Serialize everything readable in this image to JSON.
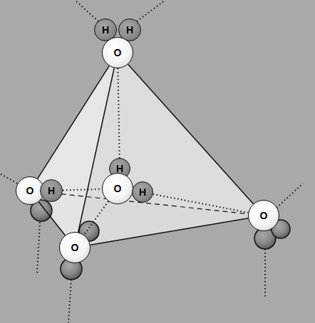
{
  "diagram": {
    "nodes": [
      {
        "text": [
          "H"
        ]
      },
      {
        "text": [
          "H"
        ]
      },
      {
        "text": [
          "O"
        ]
      },
      {
        "text": [
          "H"
        ]
      },
      {
        "text": [
          "O"
        ]
      },
      {
        "text": [
          "H"
        ]
      },
      {
        "text": [
          "O"
        ]
      },
      {
        "text": [
          "H"
        ]
      },
      {
        "text": [
          "O"
        ]
      },
      {
        "text": [
          "O"
        ]
      }
    ],
    "edges": [
      {
        "from": 2,
        "to": 3,
        "arrow": "none"
      },
      {
        "from": 5,
        "to": 6,
        "arrow": "none"
      },
      {
        "from": 7,
        "to": 8,
        "arrow": "none"
      },
      {
        "from": 6,
        "to": 9,
        "arrow": "none"
      },
      {
        "from": 2,
        "to": 4,
        "arrow": "none"
      },
      {
        "from": 2,
        "to": 9,
        "arrow": "none"
      },
      {
        "from": 2,
        "to": 8,
        "arrow": "none"
      },
      {
        "from": 4,
        "to": 9,
        "arrow": "none"
      },
      {
        "from": 9,
        "to": 8,
        "arrow": "none"
      },
      {
        "from": 4,
        "to": 8,
        "arrow": "none"
      }
    ]
  }
}
